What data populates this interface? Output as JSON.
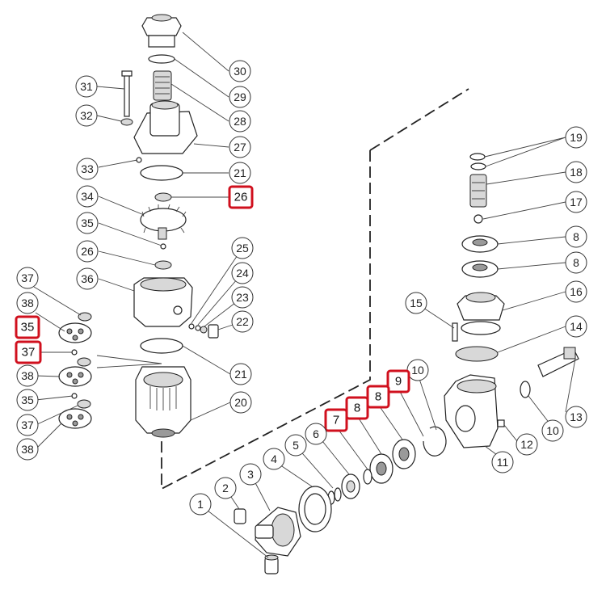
{
  "diagram": {
    "callouts": [
      {
        "id": "c30",
        "label": "30"
      },
      {
        "id": "c29",
        "label": "29"
      },
      {
        "id": "c28",
        "label": "28"
      },
      {
        "id": "c27",
        "label": "27"
      },
      {
        "id": "c21a",
        "label": "21"
      },
      {
        "id": "c26a",
        "label": "26",
        "highlighted": true
      },
      {
        "id": "c31",
        "label": "31"
      },
      {
        "id": "c32",
        "label": "32"
      },
      {
        "id": "c33",
        "label": "33"
      },
      {
        "id": "c34",
        "label": "34"
      },
      {
        "id": "c35a",
        "label": "35"
      },
      {
        "id": "c26b",
        "label": "26"
      },
      {
        "id": "c36",
        "label": "36"
      },
      {
        "id": "c25",
        "label": "25"
      },
      {
        "id": "c24",
        "label": "24"
      },
      {
        "id": "c23",
        "label": "23"
      },
      {
        "id": "c22",
        "label": "22"
      },
      {
        "id": "c21b",
        "label": "21"
      },
      {
        "id": "c20",
        "label": "20"
      },
      {
        "id": "c37a",
        "label": "37"
      },
      {
        "id": "c38a",
        "label": "38"
      },
      {
        "id": "c35b",
        "label": "35",
        "highlighted": true
      },
      {
        "id": "c37b",
        "label": "37",
        "highlighted": true
      },
      {
        "id": "c38b",
        "label": "38"
      },
      {
        "id": "c35c",
        "label": "35"
      },
      {
        "id": "c37c",
        "label": "37"
      },
      {
        "id": "c38c",
        "label": "38"
      },
      {
        "id": "c19",
        "label": "19"
      },
      {
        "id": "c18",
        "label": "18"
      },
      {
        "id": "c17",
        "label": "17"
      },
      {
        "id": "c8a",
        "label": "8"
      },
      {
        "id": "c8b",
        "label": "8"
      },
      {
        "id": "c16",
        "label": "16"
      },
      {
        "id": "c15",
        "label": "15"
      },
      {
        "id": "c14",
        "label": "14"
      },
      {
        "id": "c13",
        "label": "13"
      },
      {
        "id": "c10a",
        "label": "10"
      },
      {
        "id": "c12",
        "label": "12"
      },
      {
        "id": "c11",
        "label": "11"
      },
      {
        "id": "c10b",
        "label": "10"
      },
      {
        "id": "c9",
        "label": "9",
        "highlighted": true
      },
      {
        "id": "c8c",
        "label": "8",
        "highlighted": true
      },
      {
        "id": "c8d",
        "label": "8",
        "highlighted": true
      },
      {
        "id": "c7",
        "label": "7",
        "highlighted": true
      },
      {
        "id": "c6",
        "label": "6"
      },
      {
        "id": "c5",
        "label": "5"
      },
      {
        "id": "c4",
        "label": "4"
      },
      {
        "id": "c3",
        "label": "3"
      },
      {
        "id": "c2",
        "label": "2"
      },
      {
        "id": "c1",
        "label": "1"
      }
    ],
    "highlight_color": "#d0101e"
  }
}
